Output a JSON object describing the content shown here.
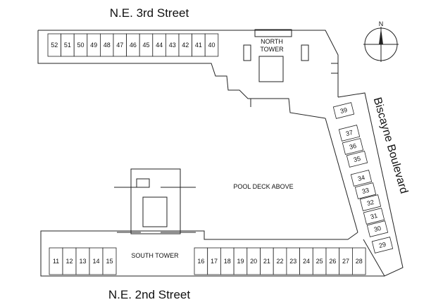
{
  "streets": {
    "north": "N.E. 3rd Street",
    "south": "N.E. 2nd Street",
    "east": "Biscayne Boulevard"
  },
  "buildings": {
    "north_tower_line1": "NORTH",
    "north_tower_line2": "TOWER",
    "south_tower": "SOUTH TOWER",
    "pool_deck": "POOL DECK ABOVE"
  },
  "compass": {
    "north_label": "N"
  },
  "spaces": {
    "north_row": [
      "52",
      "51",
      "50",
      "49",
      "48",
      "47",
      "46",
      "45",
      "44",
      "43",
      "42",
      "41",
      "40"
    ],
    "east_row": [
      "39",
      "37",
      "36",
      "35",
      "34",
      "33",
      "32",
      "31",
      "30",
      "29"
    ],
    "south_left": [
      "11",
      "12",
      "13",
      "14",
      "15"
    ],
    "south_right": [
      "16",
      "17",
      "18",
      "19",
      "20",
      "21",
      "22",
      "23",
      "24",
      "25",
      "26",
      "27",
      "28"
    ]
  }
}
